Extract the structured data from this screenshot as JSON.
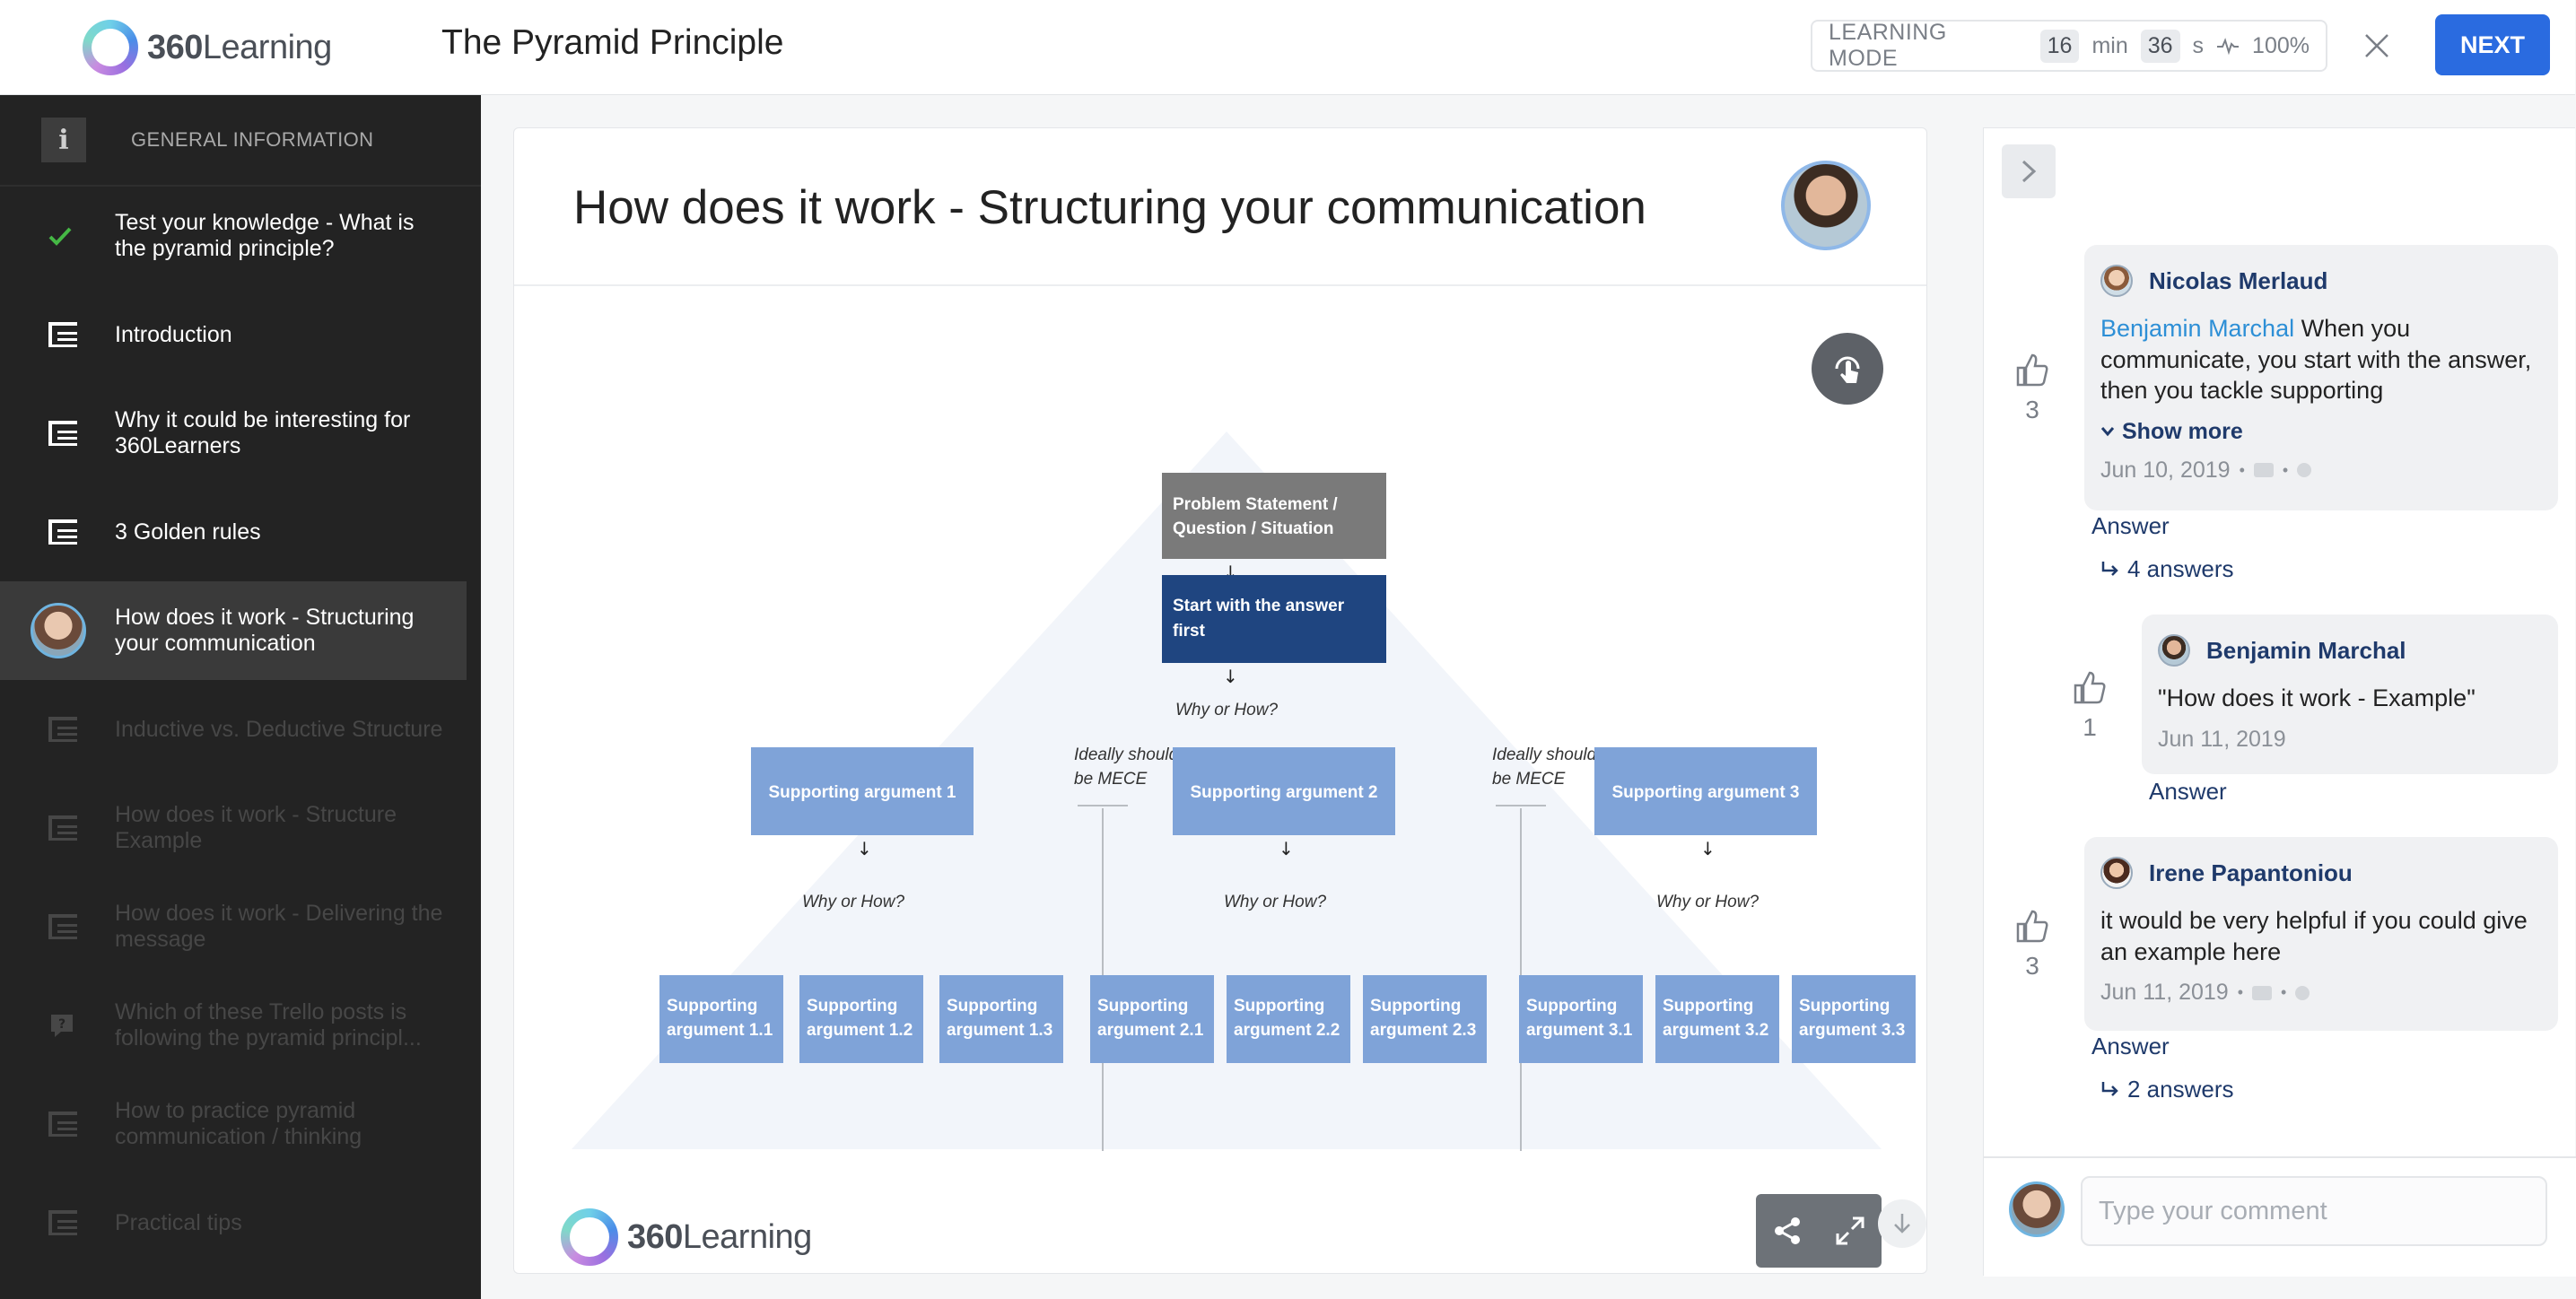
{
  "header": {
    "logo_bold": "360",
    "logo_rest": "Learning",
    "course_title": "The Pyramid Principle",
    "mode_label": "LEARNING MODE",
    "minutes": "16",
    "min_label": "min",
    "seconds": "36",
    "sec_label": "s",
    "progress": "100%",
    "next_label": "NEXT"
  },
  "sidebar": {
    "header_label": "GENERAL INFORMATION",
    "items": [
      {
        "label": "Test your knowledge - What is the pyramid principle?",
        "state": "done"
      },
      {
        "label": "Introduction",
        "state": "normal"
      },
      {
        "label": "Why it could be interesting for 360Learners",
        "state": "normal"
      },
      {
        "label": "3 Golden rules",
        "state": "normal"
      },
      {
        "label": "How does it work - Structuring your communication",
        "state": "active"
      },
      {
        "label": "Inductive vs. Deductive Structure",
        "state": "locked"
      },
      {
        "label": "How does it work - Structure Example",
        "state": "locked"
      },
      {
        "label": "How does it work - Delivering the message",
        "state": "locked"
      },
      {
        "label": "Which of these Trello posts is following the pyramid principl...",
        "state": "locked-quiz"
      },
      {
        "label": "How to practice pyramid communication / thinking",
        "state": "locked"
      },
      {
        "label": "Practical tips",
        "state": "locked"
      }
    ]
  },
  "main": {
    "title": "How does it work - Structuring your communication",
    "diagram": {
      "top_box": "Problem Statement / Question / Situation",
      "answer_box": "Start with the answer first",
      "why_how": "Why or How?",
      "mece": "Ideally should be MECE",
      "arguments": [
        "Supporting argument 1",
        "Supporting argument 2",
        "Supporting argument 3"
      ],
      "sub_arguments": [
        [
          "Supporting argument 1.1",
          "Supporting argument 1.2",
          "Supporting argument 1.3"
        ],
        [
          "Supporting argument 2.1",
          "Supporting argument 2.2",
          "Supporting argument 2.3"
        ],
        [
          "Supporting argument 3.1",
          "Supporting argument 3.2",
          "Supporting argument 3.3"
        ]
      ]
    },
    "slide_logo_bold": "360",
    "slide_logo_rest": "Learning"
  },
  "comments": {
    "items": [
      {
        "author": "Nicolas Merlaud",
        "likes": "3",
        "mention": "Benjamin Marchal",
        "body": " When you communicate, you start with the answer, then you tackle supporting",
        "show_more": "Show more",
        "date": "Jun 10, 2019",
        "answer": "Answer",
        "answers_count": "4 answers"
      },
      {
        "author": "Benjamin Marchal",
        "likes": "1",
        "body": "\"How does it work - Example\"",
        "date": "Jun 11, 2019",
        "answer": "Answer"
      },
      {
        "author": "Irene Papantoniou",
        "likes": "3",
        "body": "it would be very helpful if you could give an example here",
        "date": "Jun 11, 2019",
        "answer": "Answer",
        "answers_count": "2 answers"
      }
    ],
    "input_placeholder": "Type your comment"
  },
  "colors": {
    "accent": "#2a6be0",
    "sidebar_bg": "#232323",
    "box_light": "#7fa3d8",
    "box_dark": "#1f4580",
    "box_gray": "#7a7a7a"
  }
}
